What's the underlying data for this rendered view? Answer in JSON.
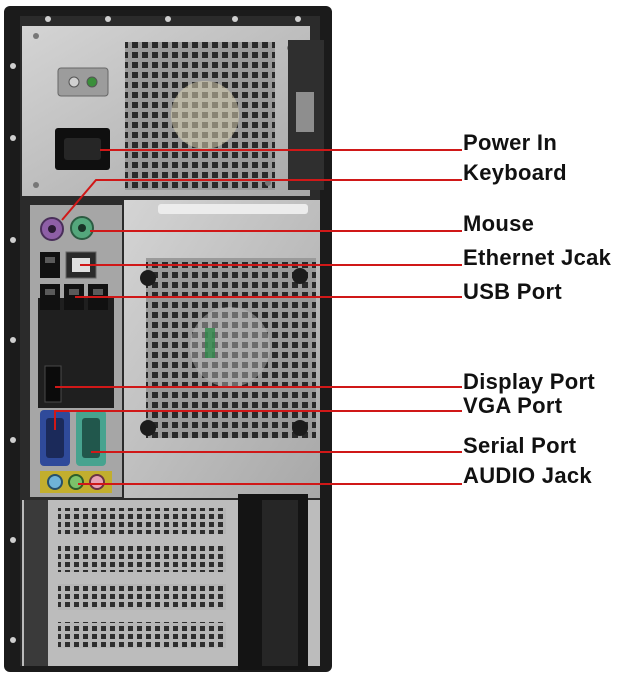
{
  "colors": {
    "case_body": "#1c1c1c",
    "metal_panel": "#bdbdbd",
    "io_shield": "#a9a9a9",
    "leader_line": "#d01818",
    "label_text": "#111111",
    "background": "#ffffff"
  },
  "labels": [
    {
      "id": "power-in",
      "text": "Power In"
    },
    {
      "id": "keyboard",
      "text": "Keyboard"
    },
    {
      "id": "mouse",
      "text": "Mouse"
    },
    {
      "id": "ethernet",
      "text": "Ethernet Jcak"
    },
    {
      "id": "usb",
      "text": "USB Port"
    },
    {
      "id": "display",
      "text": "Display Port"
    },
    {
      "id": "vga",
      "text": "VGA Port"
    },
    {
      "id": "serial",
      "text": "Serial Port"
    },
    {
      "id": "audio",
      "text": "AUDIO Jack"
    }
  ],
  "icons": [
    "power-socket-icon",
    "ps2-keyboard-port-icon",
    "ps2-mouse-port-icon",
    "ethernet-port-icon",
    "usb-port-icon",
    "display-port-icon",
    "vga-port-icon",
    "serial-port-icon",
    "audio-jack-icon",
    "fan-grille-icon"
  ]
}
